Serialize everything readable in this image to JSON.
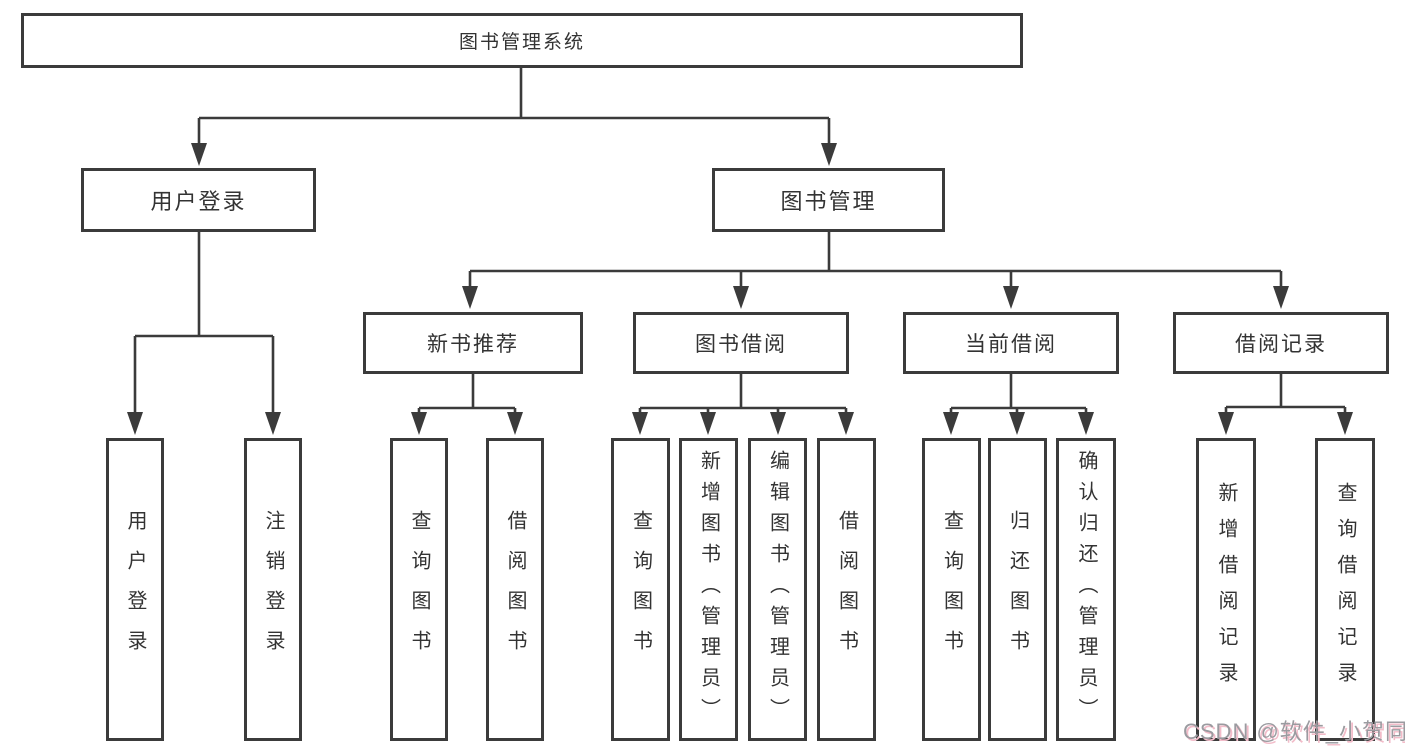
{
  "diagram": {
    "root": {
      "label": "图书管理系统"
    },
    "level2": {
      "userLogin": {
        "label": "用户登录",
        "children": [
          {
            "label": "用户登录"
          },
          {
            "label": "注销登录"
          }
        ]
      },
      "bookManagement": {
        "label": "图书管理"
      }
    },
    "level3": {
      "newBookRecommendation": {
        "label": "新书推荐",
        "children": [
          {
            "label": "查询图书"
          },
          {
            "label": "借阅图书"
          }
        ]
      },
      "bookBorrowing": {
        "label": "图书借阅",
        "children": [
          {
            "label": "查询图书"
          },
          {
            "label": "新增图书（管理员）"
          },
          {
            "label": "编辑图书（管理员）"
          },
          {
            "label": "借阅图书"
          }
        ]
      },
      "currentBorrowing": {
        "label": "当前借阅",
        "children": [
          {
            "label": "查询图书"
          },
          {
            "label": "归还图书"
          },
          {
            "label": "确认归还（管理员）"
          }
        ]
      },
      "borrowingRecords": {
        "label": "借阅记录",
        "children": [
          {
            "label": "新增借阅记录"
          },
          {
            "label": "查询借阅记录"
          }
        ]
      }
    },
    "watermark": {
      "text": "CSDN @软件_小贺同学"
    },
    "colors": {
      "line": "#3b3b3b",
      "text": "#333333",
      "watermark_gray": "#9b9ba0",
      "watermark_pink": "#f2bcc9",
      "background": "#ffffff"
    }
  }
}
